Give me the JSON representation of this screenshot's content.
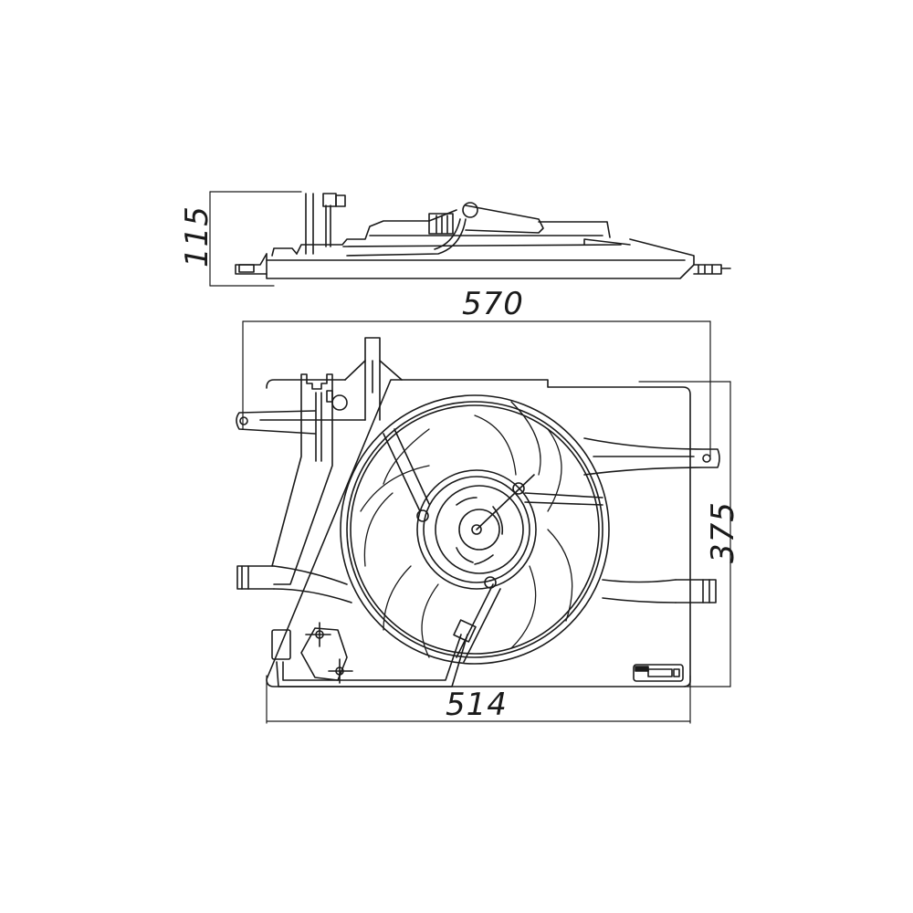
{
  "diagram": {
    "type": "technical-drawing",
    "subject": "radiator cooling fan assembly",
    "views": [
      "side-view",
      "front-view"
    ],
    "line_color": "#1a1a1a",
    "background": "#ffffff"
  },
  "dimensions": {
    "height_side": "115",
    "overall_width": "570",
    "height_front": "375",
    "shroud_width": "514"
  }
}
